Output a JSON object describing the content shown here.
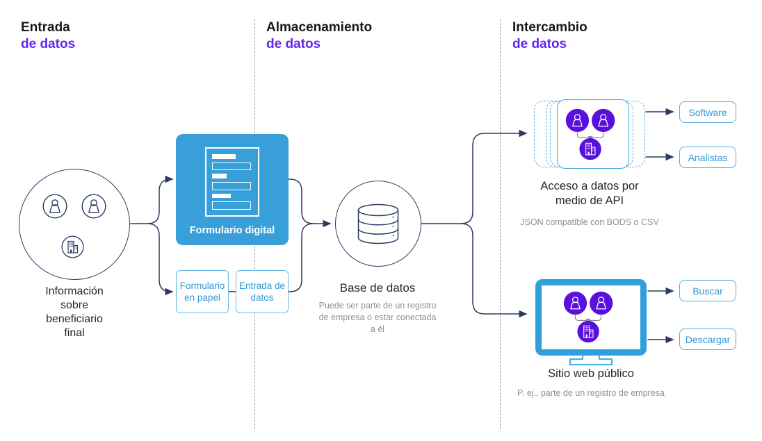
{
  "columns": [
    {
      "line1": "Entrada",
      "line2": "de datos"
    },
    {
      "line1": "Almacenamiento",
      "line2": "de datos"
    },
    {
      "line1": "Intercambio",
      "line2": "de datos"
    }
  ],
  "entrada": {
    "source_label": "Información sobre beneficiario final",
    "digital_form_label": "Formulario digital",
    "paper_form_label": "Formulario en papel",
    "data_entry_label": "Entrada de datos"
  },
  "almacenamiento": {
    "database_label": "Base de datos",
    "database_note": "Puede ser parte de un registro de empresa o estar conectada a él"
  },
  "intercambio": {
    "api_title": "Acceso a datos por medio de API",
    "api_note": "JSON compatible con BODS o CSV",
    "api_outputs": [
      "Software",
      "Analistas"
    ],
    "web_title": "Sitio web público",
    "web_note": "P. ej., parte de un registro de empresa",
    "web_outputs": [
      "Buscar",
      "Descargar"
    ]
  },
  "colors": {
    "navy_line": "#2f3a63",
    "purple_heading": "#6426ec",
    "purple_circle": "#5a10dc",
    "blue_fill": "#399fd9",
    "blue_border_light": "#54b1e3",
    "blue_text": "#2e9ad6",
    "grey_note": "#8b9099",
    "grey_merge_line": "#8a8a8a"
  }
}
